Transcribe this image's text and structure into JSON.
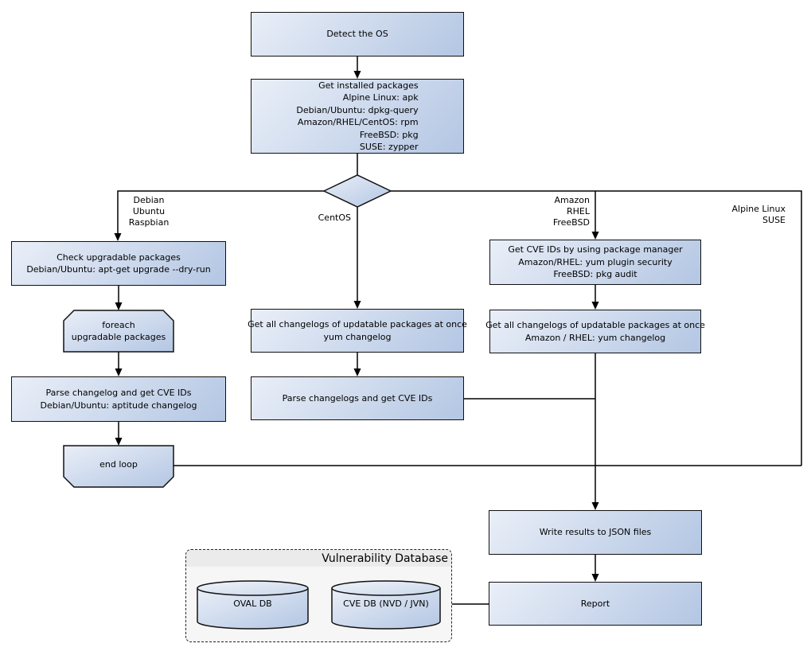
{
  "nodes": {
    "detect_os": {
      "label": "Detect the OS"
    },
    "get_installed_packages": {
      "lines": [
        "Get installed packages",
        "Alpine Linux: apk",
        "Debian/Ubuntu: dpkg-query",
        "Amazon/RHEL/CentOS: rpm",
        "FreeBSD: pkg",
        "SUSE: zypper"
      ]
    },
    "check_upgradable": {
      "lines": [
        "Check upgradable packages",
        "Debian/Ubuntu: apt-get upgrade --dry-run"
      ]
    },
    "foreach_loop": {
      "lines": [
        "foreach",
        "upgradable packages"
      ]
    },
    "parse_changelog_debian": {
      "lines": [
        "Parse changelog and get CVE IDs",
        "Debian/Ubuntu: aptitude changelog"
      ]
    },
    "end_loop": {
      "label": "end loop"
    },
    "get_changelogs_centos": {
      "lines": [
        "Get all changelogs of updatable packages at once",
        "yum changelog"
      ]
    },
    "parse_changelogs_centos": {
      "label": "Parse changelogs and get CVE IDs"
    },
    "get_cve_ids_pkg_manager": {
      "lines": [
        "Get CVE IDs by using package manager",
        "Amazon/RHEL: yum plugin security",
        "FreeBSD: pkg audit"
      ]
    },
    "get_changelogs_amazon": {
      "lines": [
        "Get all changelogs of updatable packages at once",
        "Amazon / RHEL: yum changelog"
      ]
    },
    "write_results": {
      "label": "Write results to JSON files"
    },
    "report": {
      "label": "Report"
    }
  },
  "edge_labels": {
    "left_branch": [
      "Debian",
      "Ubuntu",
      "Raspbian"
    ],
    "center_branch": "CentOS",
    "right_branch": [
      "Amazon",
      "RHEL",
      "FreeBSD"
    ],
    "far_right_branch": [
      "Alpine Linux",
      "SUSE"
    ]
  },
  "database_group": {
    "title": "Vulnerability Database",
    "databases": [
      {
        "label": "OVAL DB"
      },
      {
        "label": "CVE DB (NVD / JVN)"
      }
    ]
  },
  "colors": {
    "node_fill_top": "#eaeff8",
    "node_fill_bottom": "#b3c6e3",
    "node_border": "#111111",
    "edge": "#000000",
    "group_fill": "#f5f6f5",
    "group_header_fill": "#ebebeb",
    "background": "#ffffff"
  }
}
